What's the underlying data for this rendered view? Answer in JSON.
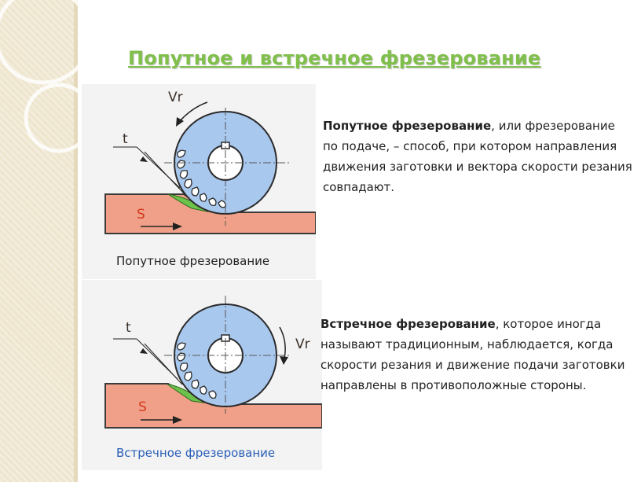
{
  "title": "Попутное и встречное фрезерование",
  "colors": {
    "title": "#7fbf4a",
    "cutter": "#a9c8ee",
    "workpiece": "#f0a088",
    "chip": "#6cc24a",
    "caption_2": "#2a5fb8",
    "label_s": "#d23a1a"
  },
  "figures": [
    {
      "caption": "Попутное фрезерование",
      "labels": {
        "speed": "Vr",
        "depth": "t",
        "feed": "S"
      }
    },
    {
      "caption": "Встречное фрезерование",
      "labels": {
        "speed": "Vr",
        "depth": "t",
        "feed": "S"
      }
    }
  ],
  "paragraphs": [
    {
      "term": "Попутное фрезерование",
      "text": ", или фрезерование по подаче, – способ, при котором направления движения заготовки и вектора скорости резания совпадают."
    },
    {
      "term": "Встречное фрезерование",
      "text": ", которое иногда называют традиционным, наблюдается, когда скорости резания и движение подачи заготовки направлены в противоположные стороны."
    }
  ]
}
